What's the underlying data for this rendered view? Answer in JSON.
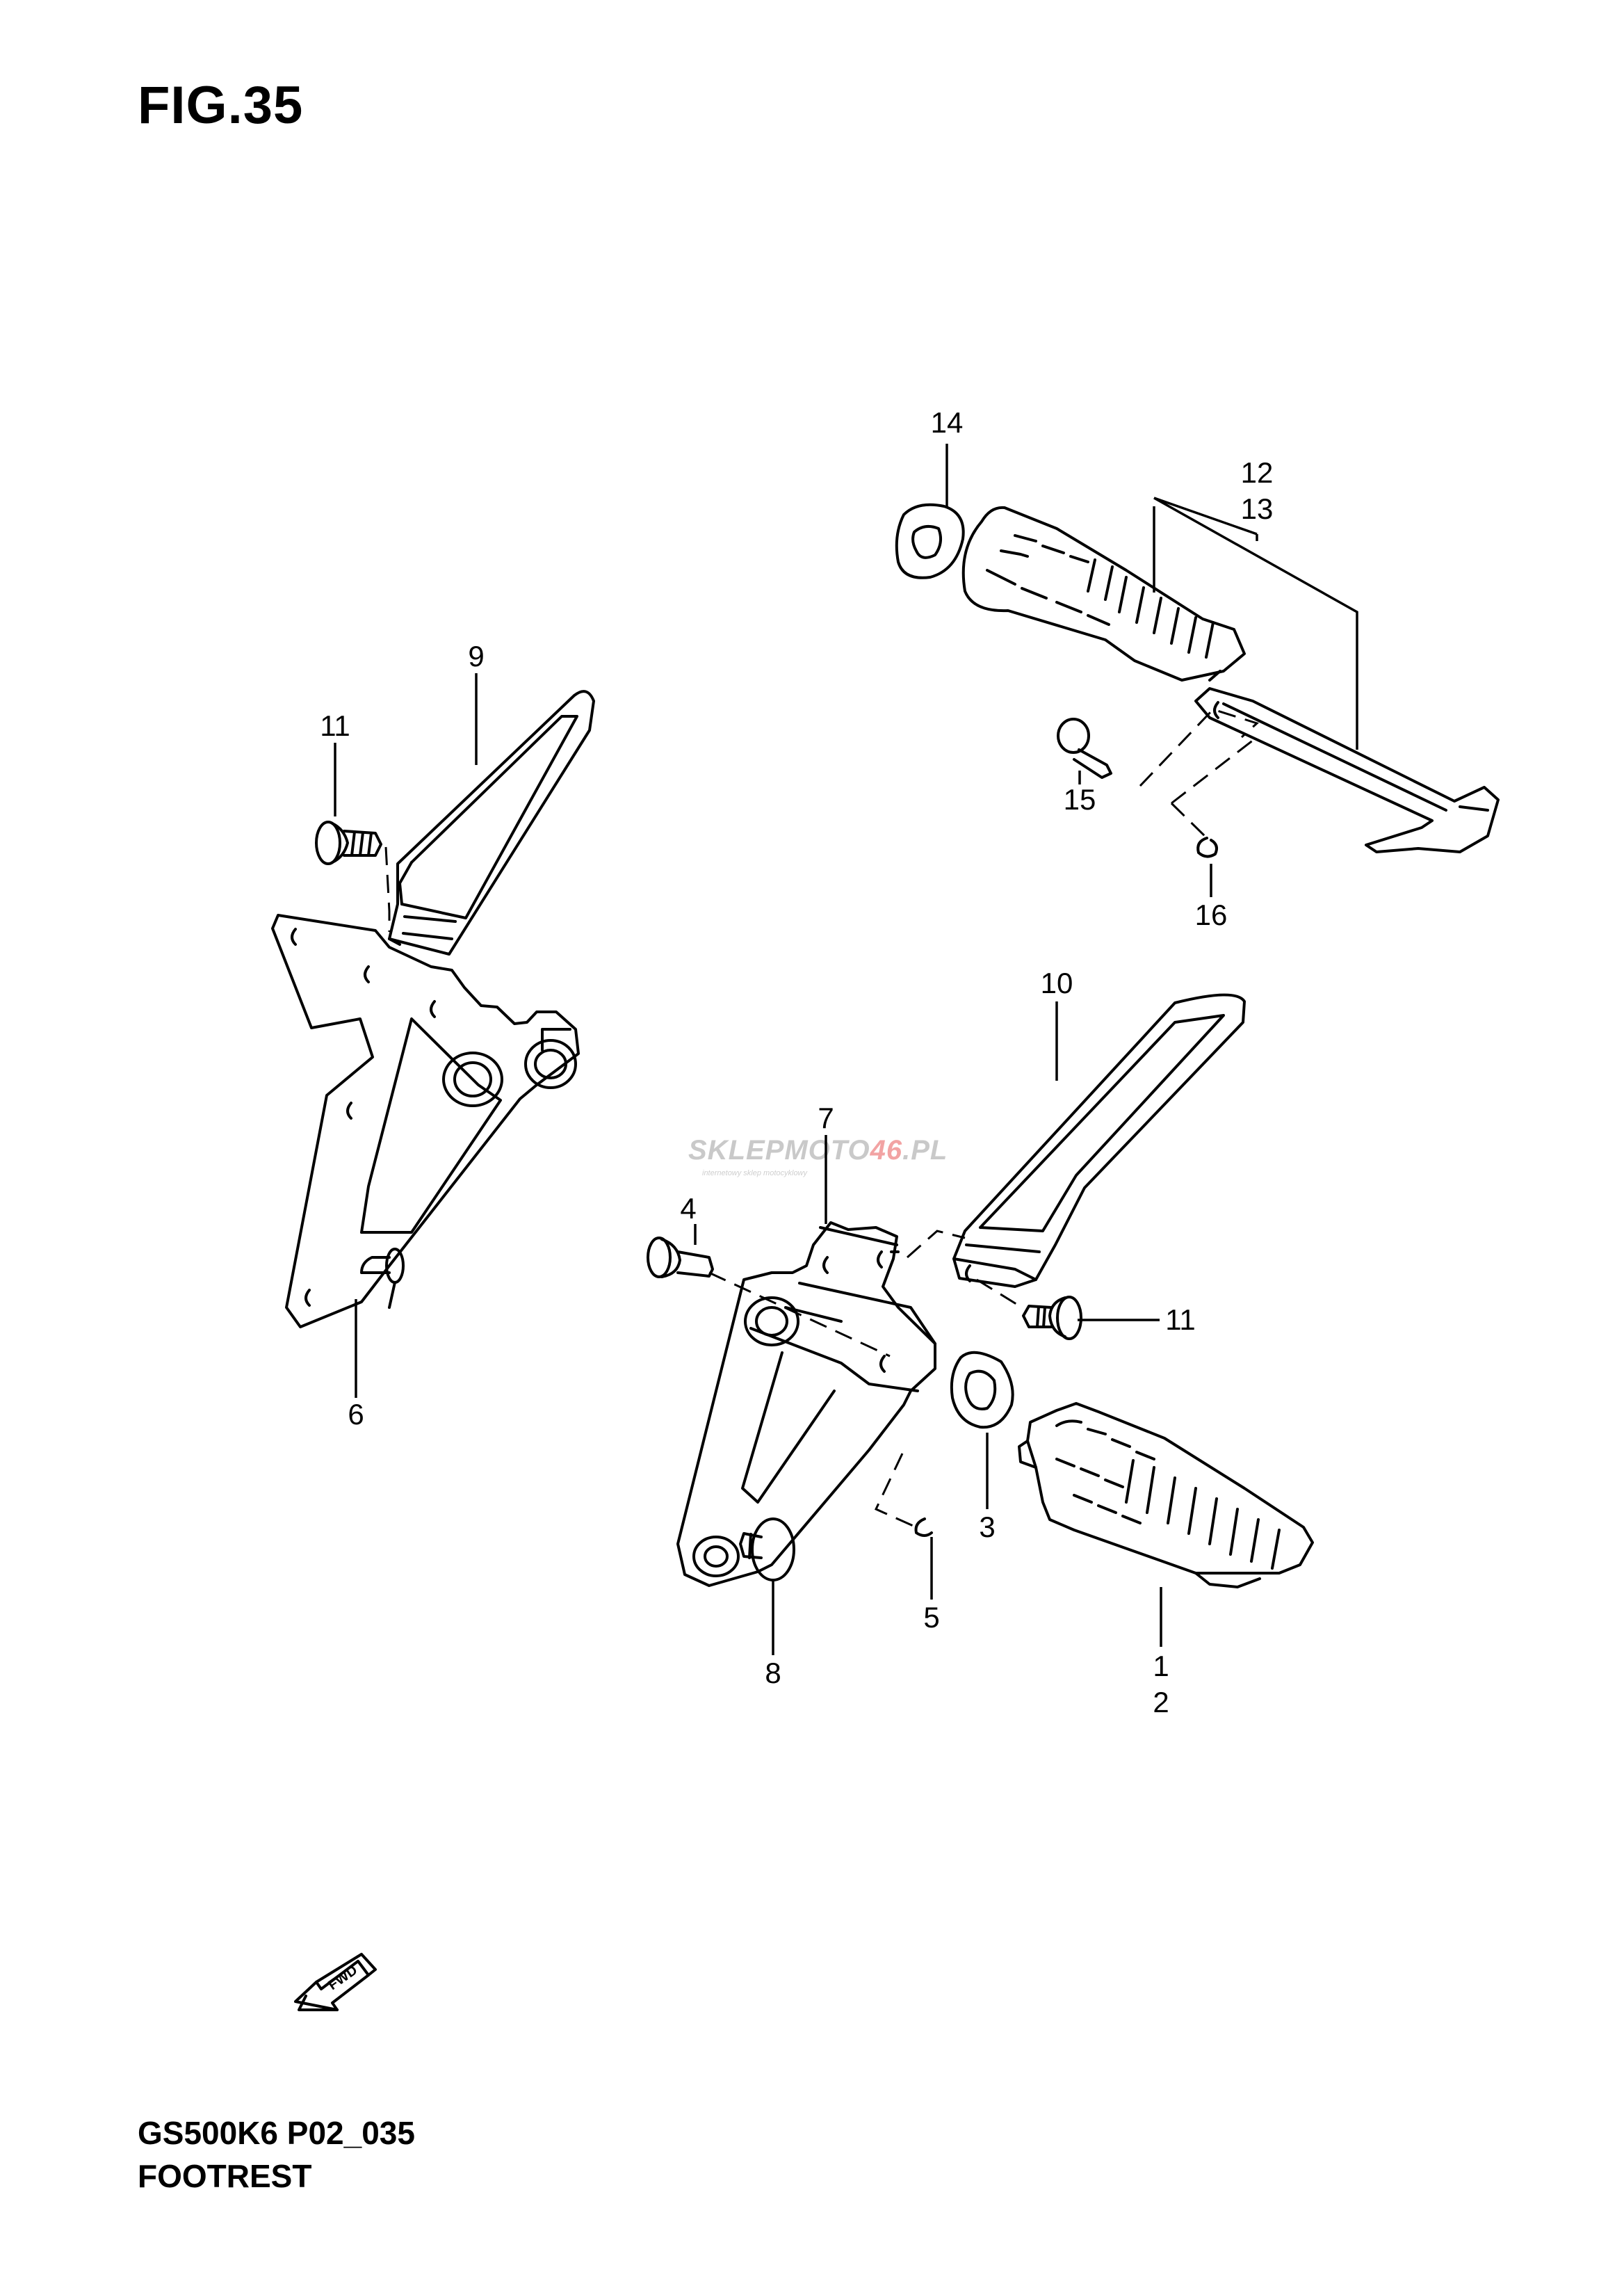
{
  "figure": {
    "title": "FIG.35"
  },
  "footer": {
    "model_code": "GS500K6 P02_035",
    "section_name": "FOOTREST"
  },
  "watermark": {
    "text": "SKLEPMOTO46.PL",
    "subtext": "internetowy sklep motocyklowy"
  },
  "callouts": [
    "14",
    "12",
    "13",
    "9",
    "11",
    "15",
    "16",
    "10",
    "7",
    "4",
    "11",
    "6",
    "3",
    "5",
    "8",
    "1",
    "2"
  ],
  "fwd_arrow": {
    "label": "FWD"
  }
}
